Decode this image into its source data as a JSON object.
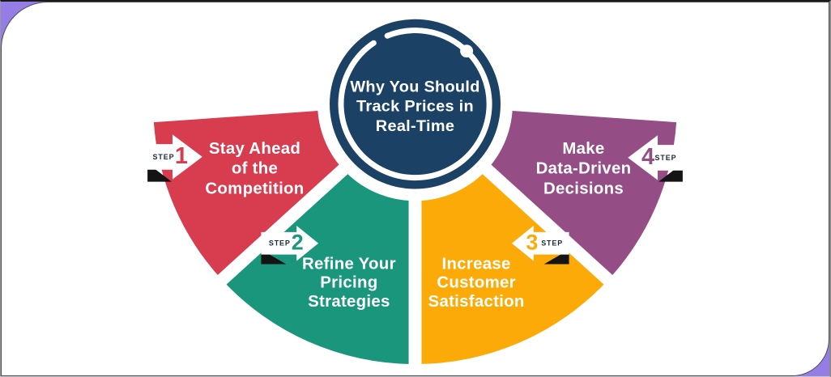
{
  "title": {
    "lines": [
      "Why You Should",
      "Track Prices in",
      "Real-Time"
    ]
  },
  "segments": [
    {
      "step_label": "STEP",
      "step_number": "1",
      "color": "#d73c4f",
      "label_lines": [
        "Stay Ahead",
        "of the",
        "Competition"
      ]
    },
    {
      "step_label": "STEP",
      "step_number": "2",
      "color": "#1a967c",
      "label_lines": [
        "Refine Your",
        "Pricing",
        "Strategies"
      ]
    },
    {
      "step_label": "STEP",
      "step_number": "3",
      "color": "#fbaa07",
      "label_lines": [
        "Increase",
        "Customer",
        "Satisfaction"
      ]
    },
    {
      "step_label": "STEP",
      "step_number": "4",
      "color": "#944d85",
      "label_lines": [
        "Make",
        "Data-Driven",
        "Decisions"
      ]
    }
  ],
  "colors": {
    "center_circle": "#1b4164",
    "page_background": "#967de6",
    "card_background": "#ffffff",
    "step_label_text": "#1d2a37",
    "fold_shadow": "#141414",
    "label_text": "#ffffff",
    "arc_decoration": "#ffffff"
  }
}
